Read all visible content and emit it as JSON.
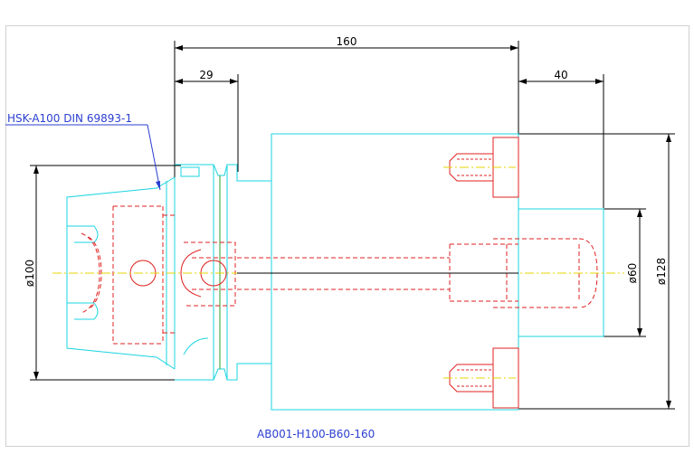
{
  "labels": {
    "dim_total_length": "160",
    "dim_flange_length": "29",
    "dim_bore_depth": "40",
    "dim_shank_diameter": "ø100",
    "dim_bore_diameter": "ø60",
    "dim_body_diameter": "ø128",
    "interface_callout": "HSK-A100 DIN 69893-1",
    "part_number": "AB001-H100-B60-160"
  },
  "colors": {
    "outline": "#19d4e0",
    "hidden_lines": "#e02020",
    "dimensions": "#000000",
    "centerline": "#e6d600",
    "annotation": "#2b3fd0"
  }
}
